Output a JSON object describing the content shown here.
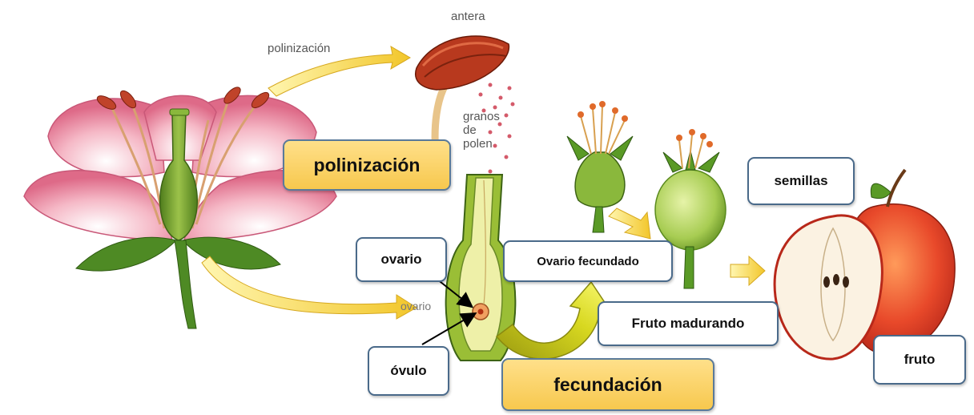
{
  "printed_text": {
    "polinizacion": "polinización",
    "antera": "antera",
    "granos_de_polen": [
      "granos",
      "de",
      "polen"
    ],
    "ovario": "ovario"
  },
  "boxes": {
    "polinizacion": "polinización",
    "ovario": "ovario",
    "ovulo": "óvulo",
    "ovario_fecundado": "Ovario fecundado",
    "fruto_madurando": "Fruto madurando",
    "semillas": "semillas",
    "fruto": "fruto",
    "fecundacion": "fecundación"
  },
  "colors": {
    "petal": "#f2a3b4",
    "petal_dark": "#d95c7c",
    "pistil_green": "#6a9a2c",
    "anther": "#c0432a",
    "arrow_yellow": "#f6d340",
    "apple_red": "#e8492a",
    "label_fill": "#f7c84e",
    "box_border": "#4a6a8a"
  }
}
